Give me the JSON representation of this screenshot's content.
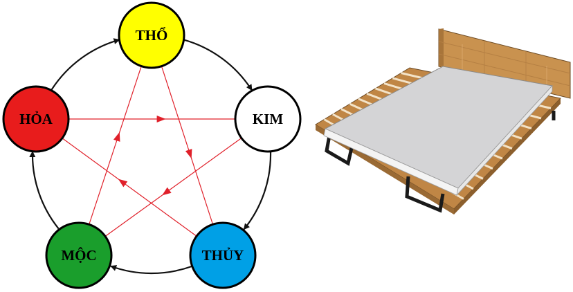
{
  "diagram": {
    "elements": [
      {
        "id": "tho",
        "label": "THỔ",
        "fill": "#ffff00",
        "text_color": "#000000"
      },
      {
        "id": "kim",
        "label": "KIM",
        "fill": "#ffffff",
        "text_color": "#000000"
      },
      {
        "id": "thuy",
        "label": "THỦY",
        "fill": "#00a0e6",
        "text_color": "#000000"
      },
      {
        "id": "moc",
        "label": "MỘC",
        "fill": "#1a9e2c",
        "text_color": "#000000"
      },
      {
        "id": "hoa",
        "label": "HỎA",
        "fill": "#e81c1c",
        "text_color": "#000000"
      }
    ],
    "generating_cycle": [
      [
        "tho",
        "kim"
      ],
      [
        "kim",
        "thuy"
      ],
      [
        "thuy",
        "moc"
      ],
      [
        "moc",
        "hoa"
      ],
      [
        "hoa",
        "tho"
      ]
    ],
    "controlling_cycle": [
      [
        "hoa",
        "kim"
      ],
      [
        "kim",
        "moc"
      ],
      [
        "moc",
        "tho"
      ],
      [
        "tho",
        "thuy"
      ],
      [
        "thuy",
        "hoa"
      ]
    ],
    "colors": {
      "outer_arrow": "#111111",
      "inner_arrow": "#e0202a",
      "node_stroke": "#000000"
    }
  },
  "illustration": {
    "subject": "platform-bed-with-headboard",
    "colors": {
      "wood": "#c9924f",
      "wood_light": "#ddb07a",
      "mattress": "#d4d4d6",
      "mattress_side": "#f4f4f4",
      "legs": "#1a1a1a"
    }
  }
}
